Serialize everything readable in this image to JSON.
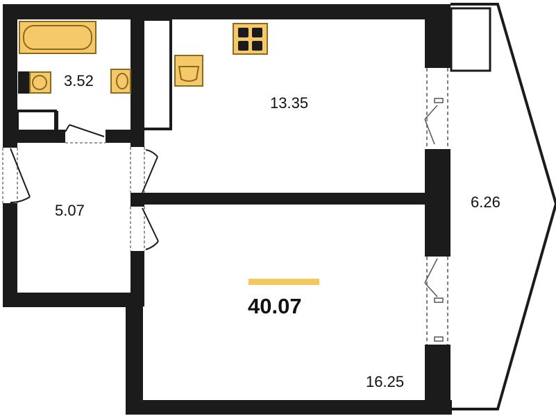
{
  "floorplan": {
    "total_area": "40.07",
    "rooms": {
      "bathroom": "3.52",
      "kitchen": "13.35",
      "hall": "5.07",
      "living_room": "16.25",
      "balcony": "6.26"
    }
  },
  "colors": {
    "wall": "#1b1b1b",
    "fixture_fill": "#f5c96a",
    "fixture_stroke": "#8a6a1c",
    "accent_bar": "#f4c85c",
    "glass": "#7a7a7a"
  },
  "icons": [
    "bathtub-icon",
    "toilet-icon",
    "sink-icon",
    "stove-icon",
    "door-swing-icon",
    "balcony-door-icon"
  ]
}
